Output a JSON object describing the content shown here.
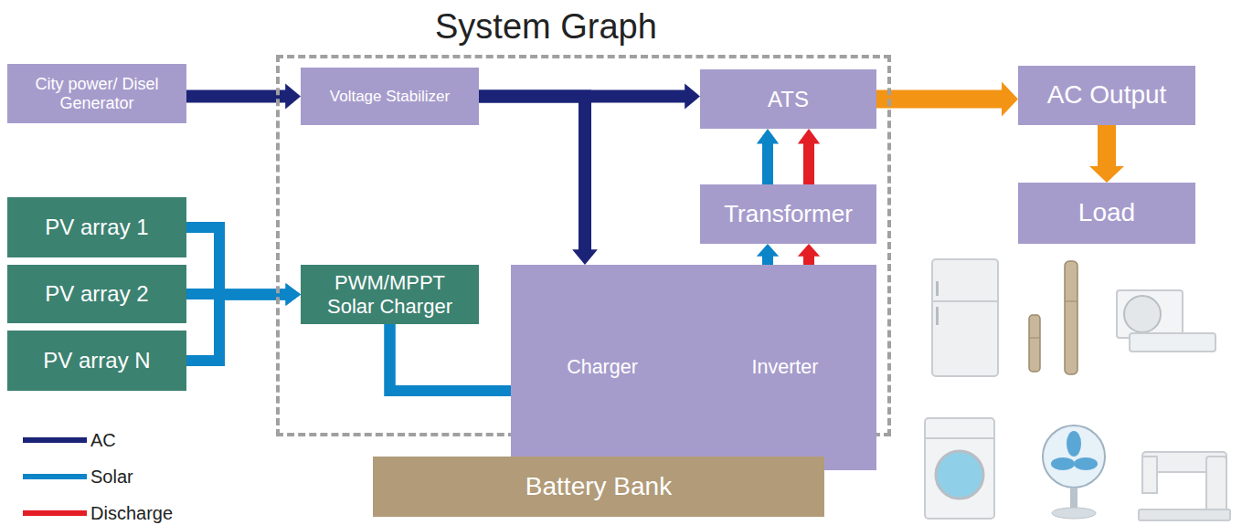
{
  "diagram": {
    "nodes": [
      {
        "text": [
          "System Graph"
        ]
      },
      {
        "text": [
          "City power/ Disel Generator"
        ]
      },
      {
        "text": [
          "Voltage Stabilizer"
        ],
        "in": 0
      },
      {
        "text": [
          "ATS"
        ],
        "in": 0
      },
      {
        "text": [
          "AC Output"
        ]
      },
      {
        "text": [
          "Transformer"
        ],
        "in": 0
      },
      {
        "text": [
          "Load"
        ]
      },
      {
        "text": [
          "PV array 1"
        ]
      },
      {
        "text": [
          "PV array 2"
        ]
      },
      {
        "text": [
          "PV array N"
        ]
      },
      {
        "text": [
          "PWM/MPPT Solar Charger"
        ],
        "in": 0
      },
      {
        "text": [
          "Charger",
          "Inverter"
        ],
        "in": 0
      },
      {
        "text": [
          "Battery Bank"
        ]
      }
    ],
    "edges": [
      {
        "from": 1,
        "to": 2,
        "arrow": "to"
      },
      {
        "from": 2,
        "to": 3,
        "arrow": "to"
      },
      {
        "from": 2,
        "to": 11,
        "arrow": "to"
      },
      {
        "from": 7,
        "to": 10,
        "arrow": "to"
      },
      {
        "from": 8,
        "to": 10,
        "arrow": "to"
      },
      {
        "from": 9,
        "to": 10,
        "arrow": "to"
      },
      {
        "from": 10,
        "to": 12,
        "arrow": "to"
      },
      {
        "from": 10,
        "to": 11,
        "arrow": "to"
      },
      {
        "from": 11,
        "to": 12,
        "arrow": "to"
      },
      {
        "from": 12,
        "to": 11,
        "arrow": "to"
      },
      {
        "from": 11,
        "to": 5,
        "arrow": "to"
      },
      {
        "from": 11,
        "to": 5,
        "arrow": "to"
      },
      {
        "from": 5,
        "to": 3,
        "arrow": "to"
      },
      {
        "from": 5,
        "to": 3,
        "arrow": "to"
      },
      {
        "from": 3,
        "to": 4,
        "arrow": "to"
      },
      {
        "from": 4,
        "to": 6,
        "arrow": "to"
      }
    ],
    "legend": [
      {
        "text": "AC",
        "color": "#1b2377"
      },
      {
        "text": "Solar",
        "color": "#0b84c8"
      },
      {
        "text": "Discharge",
        "color": "#e31e25"
      }
    ]
  }
}
